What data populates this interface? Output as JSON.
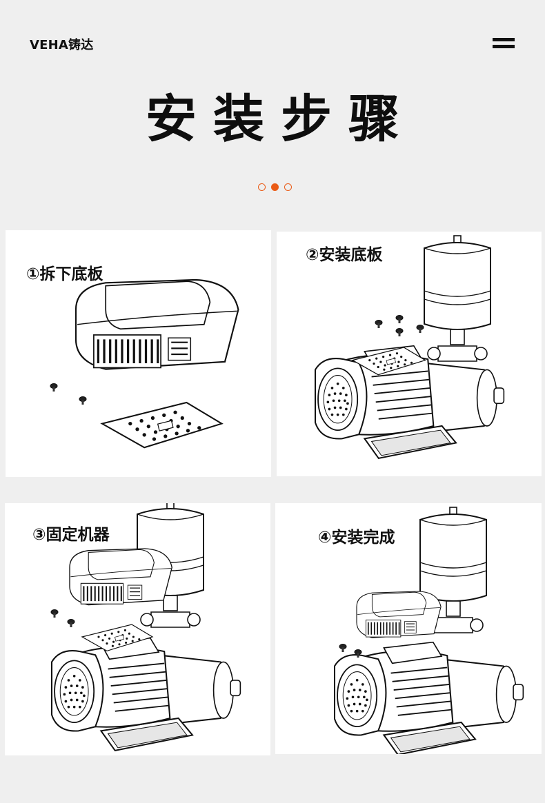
{
  "header": {
    "brand": "VEHA铸达",
    "menu_icon": "hamburger-menu-icon"
  },
  "hero": {
    "title": "安装步骤",
    "pagination": {
      "count": 3,
      "active": 2
    }
  },
  "steps": [
    {
      "label": "①拆下底板"
    },
    {
      "label": "②安装底板"
    },
    {
      "label": "③固定机器"
    },
    {
      "label": "④安装完成"
    }
  ],
  "colors": {
    "background": "#efefef",
    "accent": "#ea5b16",
    "text": "#111111"
  }
}
